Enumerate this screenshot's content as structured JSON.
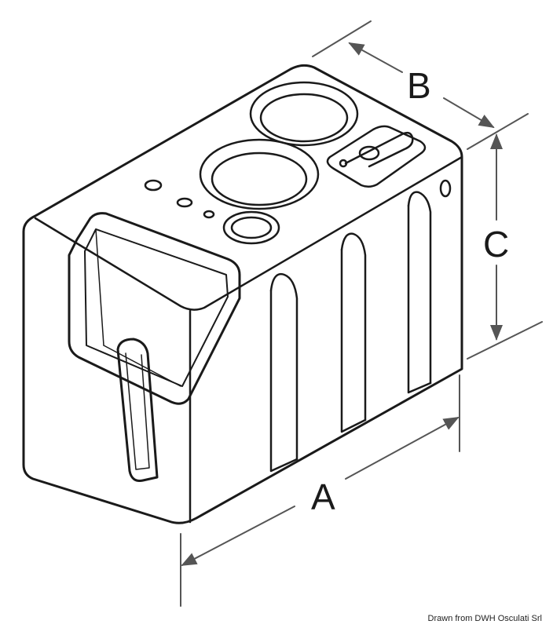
{
  "dimensions": {
    "a": "A",
    "b": "B",
    "c": "C"
  },
  "credit": "Drawn from DWH Osculati Srl",
  "colors": {
    "line": "#1a1a1a",
    "dimension": "#555555"
  }
}
